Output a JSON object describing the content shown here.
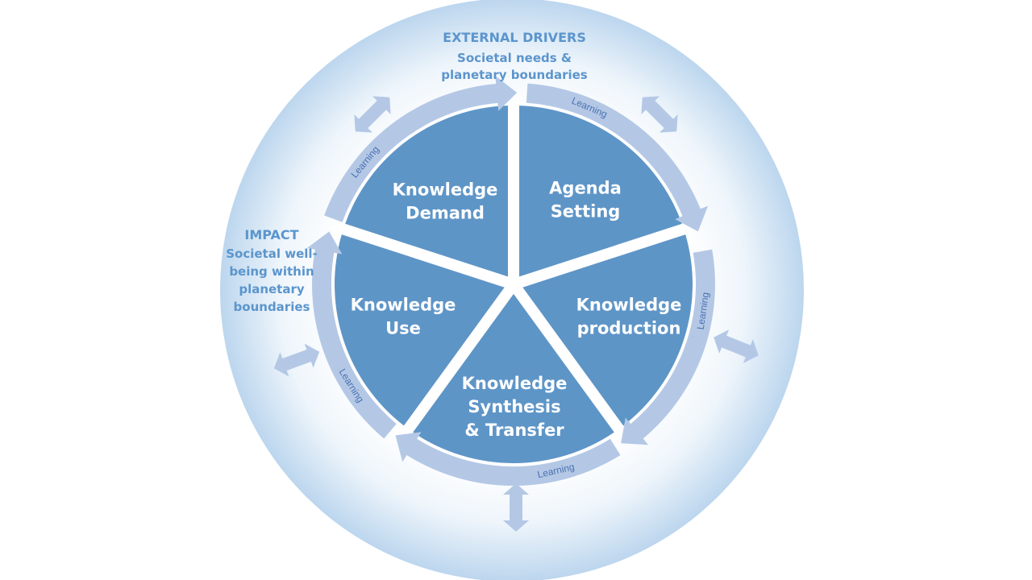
{
  "segments": [
    {
      "id": "knowledge-demand",
      "lines": [
        "Knowledge",
        "Demand"
      ]
    },
    {
      "id": "agenda-setting",
      "lines": [
        "Agenda",
        "Setting"
      ]
    },
    {
      "id": "knowledge-production",
      "lines": [
        "Knowledge",
        "production"
      ]
    },
    {
      "id": "knowledge-synthesis-transfer",
      "lines": [
        "Knowledge",
        "Synthesis",
        "& Transfer"
      ]
    },
    {
      "id": "knowledge-use",
      "lines": [
        "Knowledge",
        "Use"
      ]
    }
  ],
  "learning": {
    "label": "Learning"
  },
  "external_drivers": {
    "title": "EXTERNAL DRIVERS",
    "lines": [
      "Societal needs &",
      "planetary boundaries"
    ]
  },
  "impact": {
    "title": "IMPACT",
    "lines": [
      "Societal well-",
      "being within",
      "planetary",
      "boundaries"
    ]
  },
  "colors": {
    "segment_fill": "#5e95c7",
    "arrow_fill": "#b4c8e6",
    "double_arrow_fill": "#b4c8e6",
    "outer_edge": "#bcd6ee",
    "outer_center": "#ffffff",
    "text_accent": "#5b95cc"
  }
}
